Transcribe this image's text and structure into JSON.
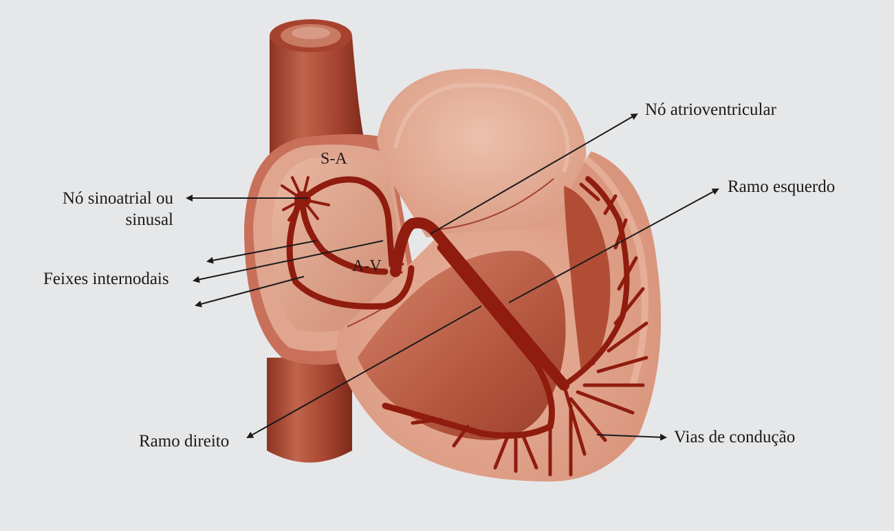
{
  "labels": {
    "sa_node_line1": "Nó sinoatrial ou",
    "sa_node_line2": "sinusal",
    "internodal_bundles": "Feixes internodais",
    "right_branch": "Ramo direito",
    "av_node": "Nó atrioventricular",
    "left_branch": "Ramo esquerdo",
    "conduction_pathways": "Vias de condução",
    "sa_abbrev": "S-A",
    "av_abbrev": "A-V"
  },
  "colors": {
    "background": "#e6e7e8",
    "vessel": "#b5533c",
    "heart_outer": "#e3a58e",
    "heart_inner": "#c96f55",
    "conduction": "#8f1c0e",
    "arrow": "#1a1a1a"
  }
}
